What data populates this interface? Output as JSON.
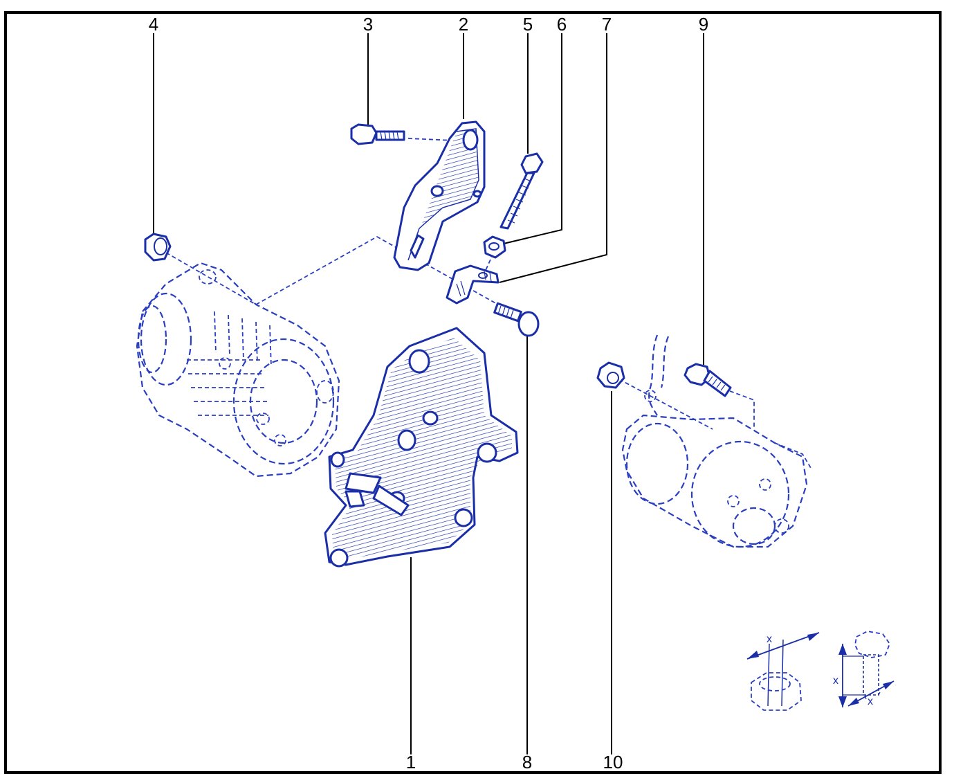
{
  "callouts": {
    "c1": "1",
    "c2": "2",
    "c3": "3",
    "c4": "4",
    "c5": "5",
    "c6": "6",
    "c7": "7",
    "c8": "8",
    "c9": "9",
    "c10": "10"
  },
  "dimension_labels": {
    "nut_x": "x",
    "bolt_x_length": "x",
    "bolt_x_diameter": "x"
  },
  "colors": {
    "line_art": "#1a2ea8",
    "callout_text": "#000000",
    "frame": "#000000"
  }
}
